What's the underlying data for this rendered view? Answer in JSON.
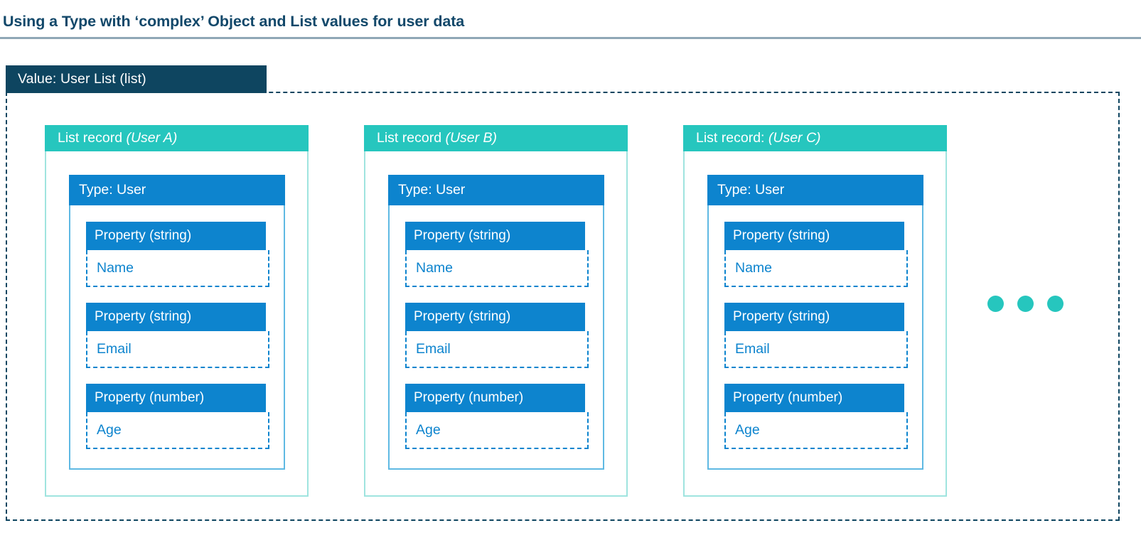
{
  "title": {
    "prefix": "Using a Type with ‘complex’ Object and ",
    "emphasis": "List",
    "suffix": " values for user data",
    "full_text": "Using a Type with ‘complex’ Object and List values for user data"
  },
  "value_banner": {
    "label": "Value: User List (list)"
  },
  "colors": {
    "navy": "#0E4560",
    "title_text": "#12486A",
    "teal": "#26C6BE",
    "teal_light_border": "#9FE4DF",
    "blue": "#0D84CE",
    "blue_light_border": "#5FB9E3",
    "rule": "#8FA7B6",
    "white": "#FFFFFF"
  },
  "records": [
    {
      "header_prefix": "List record ",
      "header_italic": "(User A)",
      "type_label": "Type: User",
      "properties": [
        {
          "header": "Property (string)",
          "value": "Name"
        },
        {
          "header": "Property (string)",
          "value": "Email"
        },
        {
          "header": "Property (number)",
          "value": "Age"
        }
      ]
    },
    {
      "header_prefix": "List record ",
      "header_italic": "(User B)",
      "type_label": "Type: User",
      "properties": [
        {
          "header": "Property (string)",
          "value": "Name"
        },
        {
          "header": "Property (string)",
          "value": "Email"
        },
        {
          "header": "Property (number)",
          "value": "Age"
        }
      ]
    },
    {
      "header_prefix": "List record: ",
      "header_italic": "(User C)",
      "type_label": "Type: User",
      "properties": [
        {
          "header": "Property (string)",
          "value": "Name"
        },
        {
          "header": "Property (string)",
          "value": "Email"
        },
        {
          "header": "Property (number)",
          "value": "Age"
        }
      ]
    }
  ],
  "ellipsis": {
    "dot_count": 3,
    "meaning": "more list records"
  }
}
